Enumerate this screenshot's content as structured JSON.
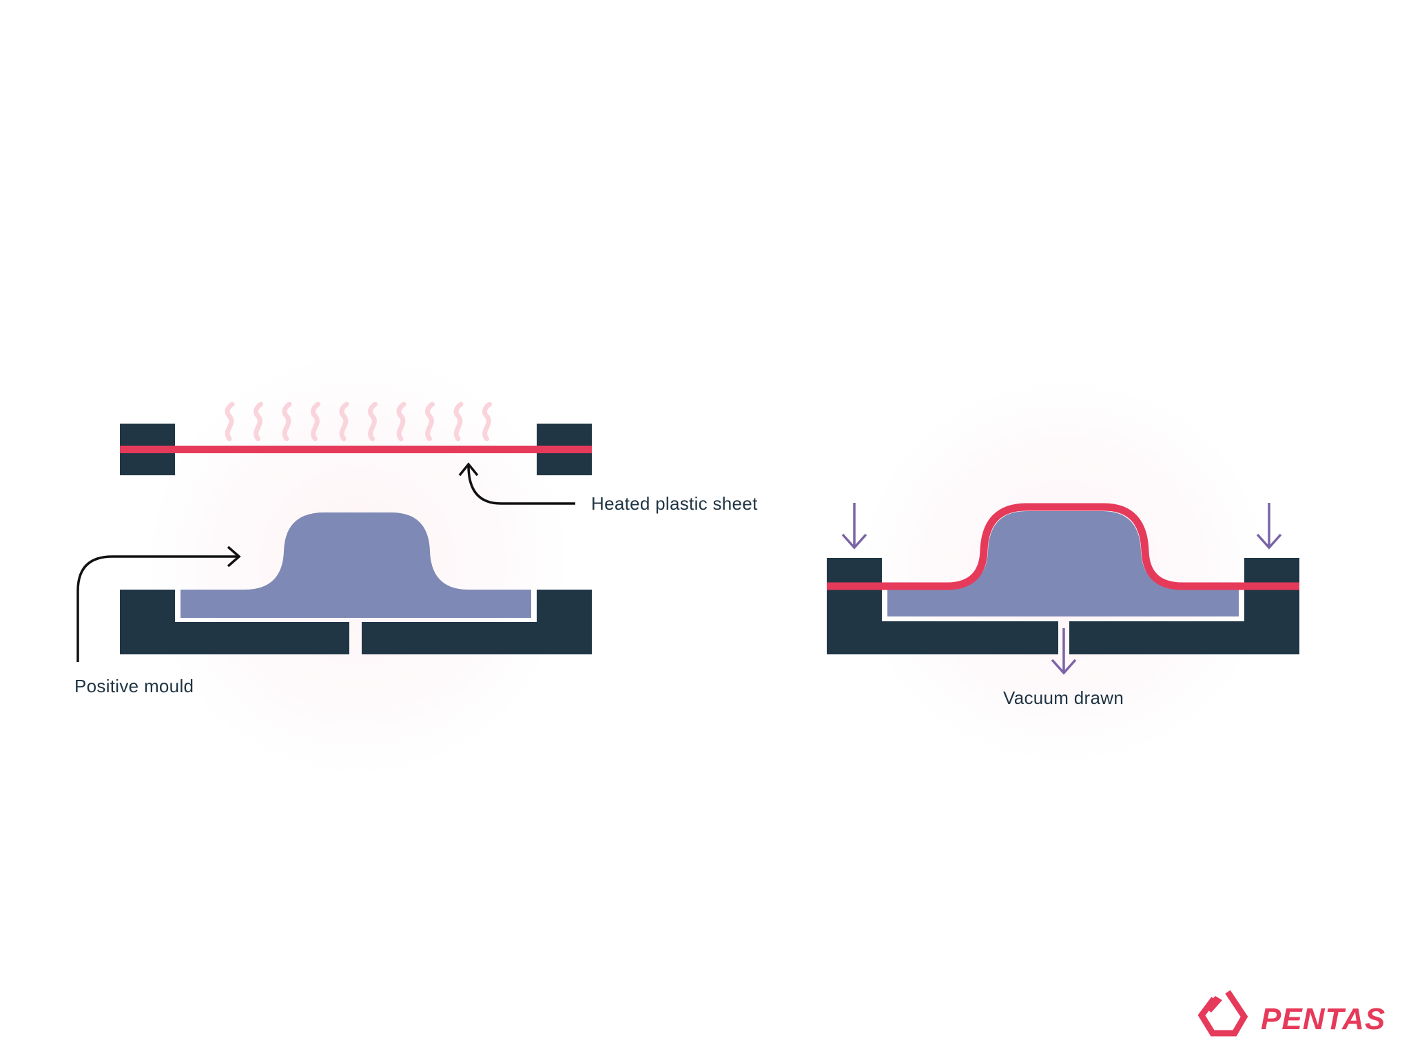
{
  "labels": {
    "heated_sheet": "Heated plastic sheet",
    "positive_mould": "Positive mould",
    "vacuum_drawn": "Vacuum drawn"
  },
  "logo": {
    "text": "PENTAS"
  },
  "icons": {
    "heat": "heat-wave-icon",
    "arrow": "arrow-icon",
    "logo_mark": "pentagon-logo-icon"
  },
  "colors": {
    "frame": "#203645",
    "sheet": "#e63a5a",
    "mould": "#7e89b5",
    "heat": "#fad4dc",
    "arrow_dark": "#111111",
    "arrow_purple": "#7a64a6",
    "text": "#1f3443",
    "glow": "#fdf6f8"
  }
}
